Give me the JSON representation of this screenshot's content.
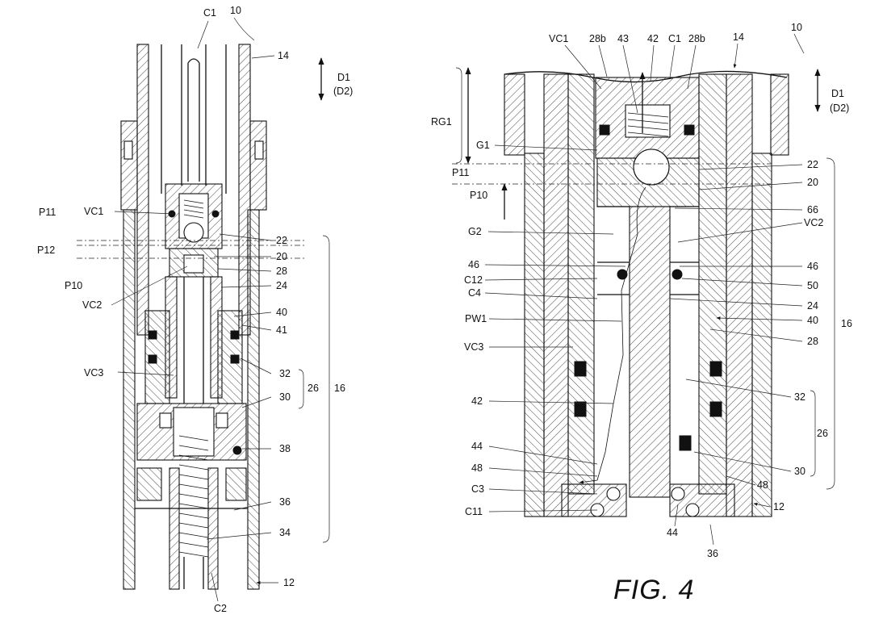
{
  "figure_caption": "FIG. 4",
  "left_drawing": {
    "labels": {
      "c1": "C1",
      "n10": "10",
      "n14": "14",
      "d1": "D1",
      "d2": "(D2)",
      "p11": "P11",
      "p12": "P12",
      "p10": "P10",
      "vc1": "VC1",
      "vc2": "VC2",
      "vc3": "VC3",
      "n22": "22",
      "n20": "20",
      "n28": "28",
      "n24": "24",
      "n40": "40",
      "n41": "41",
      "n32": "32",
      "n26": "26",
      "n16": "16",
      "n30": "30",
      "n38": "38",
      "n36": "36",
      "n34": "34",
      "n12": "12",
      "c2": "C2"
    }
  },
  "right_drawing": {
    "labels": {
      "vc1": "VC1",
      "n28b_a": "28b",
      "n43": "43",
      "n42_top": "42",
      "c1": "C1",
      "n28b_b": "28b",
      "n14": "14",
      "n10": "10",
      "d1": "D1",
      "d2": "(D2)",
      "rg1": "RG1",
      "g1": "G1",
      "p11": "P11",
      "p10": "P10",
      "n22": "22",
      "n20": "20",
      "n66": "66",
      "g2": "G2",
      "vc2": "VC2",
      "n46_l": "46",
      "n46_r": "46",
      "c12": "C12",
      "n50": "50",
      "c4": "C4",
      "n24": "24",
      "pw1": "PW1",
      "n40": "40",
      "vc3": "VC3",
      "n28": "28",
      "n16": "16",
      "n42_mid": "42",
      "n32": "32",
      "n26": "26",
      "n44_l": "44",
      "n48_l": "48",
      "n30": "30",
      "n48_r": "48",
      "c3": "C3",
      "n12": "12",
      "c11": "C11",
      "n44_b": "44",
      "n36": "36"
    }
  }
}
